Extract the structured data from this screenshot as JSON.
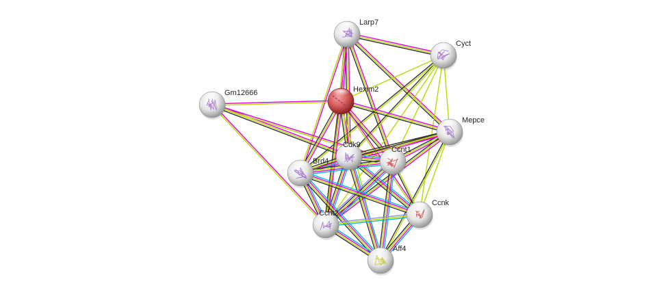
{
  "title": "Protein interaction network",
  "query_node": "Hexim2",
  "edge_colors": {
    "curated_database": "#00b8d8",
    "experiments": "#e000e0",
    "textmining": "#b8d800",
    "coexpression": "#333333",
    "homology": "#8c8cff"
  },
  "nodes": [
    {
      "id": "Larp7",
      "label": "Larp7",
      "color": "white",
      "structure": "purple"
    },
    {
      "id": "Cyct",
      "label": "Cyct",
      "color": "white",
      "structure": "purple"
    },
    {
      "id": "Hexim2",
      "label": "Hexim2",
      "color": "red",
      "structure": "mixed"
    },
    {
      "id": "Gm12666",
      "label": "Gm12666",
      "color": "white",
      "structure": "purple"
    },
    {
      "id": "Mepce",
      "label": "Mepce",
      "color": "white",
      "structure": "purple"
    },
    {
      "id": "Cdk9",
      "label": "Cdk9",
      "color": "white",
      "structure": "purple"
    },
    {
      "id": "Ccnt1",
      "label": "Ccnt1",
      "color": "white",
      "structure": "red"
    },
    {
      "id": "Brd4",
      "label": "Brd4",
      "color": "white",
      "structure": "purple"
    },
    {
      "id": "Ccnk",
      "label": "Ccnk",
      "color": "white",
      "structure": "red"
    },
    {
      "id": "Ccnt2",
      "label": "Ccnt2",
      "color": "white",
      "structure": "purple"
    },
    {
      "id": "Aff4",
      "label": "Aff4",
      "color": "white",
      "structure": "yellow"
    }
  ],
  "edges": [
    {
      "a": "Larp7",
      "b": "Cyct",
      "types": [
        "textmining",
        "experiments",
        "coexpression"
      ]
    },
    {
      "a": "Larp7",
      "b": "Hexim2",
      "types": [
        "textmining",
        "experiments",
        "coexpression"
      ]
    },
    {
      "a": "Larp7",
      "b": "Mepce",
      "types": [
        "textmining",
        "experiments",
        "coexpression"
      ]
    },
    {
      "a": "Larp7",
      "b": "Cdk9",
      "types": [
        "textmining",
        "experiments",
        "coexpression"
      ]
    },
    {
      "a": "Larp7",
      "b": "Ccnt1",
      "types": [
        "textmining",
        "experiments",
        "coexpression"
      ]
    },
    {
      "a": "Larp7",
      "b": "Brd4",
      "types": [
        "textmining",
        "experiments"
      ]
    },
    {
      "a": "Larp7",
      "b": "Ccnt2",
      "types": [
        "textmining",
        "experiments"
      ]
    },
    {
      "a": "Cyct",
      "b": "Hexim2",
      "types": [
        "textmining"
      ]
    },
    {
      "a": "Cyct",
      "b": "Cdk9",
      "types": [
        "textmining",
        "coexpression"
      ]
    },
    {
      "a": "Cyct",
      "b": "Ccnt1",
      "types": [
        "textmining"
      ]
    },
    {
      "a": "Cyct",
      "b": "Brd4",
      "types": [
        "textmining",
        "coexpression"
      ]
    },
    {
      "a": "Cyct",
      "b": "Mepce",
      "types": [
        "textmining"
      ]
    },
    {
      "a": "Cyct",
      "b": "Ccnk",
      "types": [
        "textmining"
      ]
    },
    {
      "a": "Cyct",
      "b": "Ccnt2",
      "types": [
        "textmining"
      ]
    },
    {
      "a": "Gm12666",
      "b": "Hexim2",
      "types": [
        "textmining",
        "experiments"
      ]
    },
    {
      "a": "Gm12666",
      "b": "Cdk9",
      "types": [
        "textmining",
        "experiments",
        "coexpression"
      ]
    },
    {
      "a": "Gm12666",
      "b": "Ccnt1",
      "types": [
        "textmining",
        "experiments"
      ]
    },
    {
      "a": "Gm12666",
      "b": "Ccnt2",
      "types": [
        "textmining",
        "experiments"
      ]
    },
    {
      "a": "Hexim2",
      "b": "Mepce",
      "types": [
        "textmining",
        "experiments",
        "coexpression"
      ]
    },
    {
      "a": "Hexim2",
      "b": "Cdk9",
      "types": [
        "textmining",
        "experiments",
        "coexpression"
      ]
    },
    {
      "a": "Hexim2",
      "b": "Ccnt1",
      "types": [
        "textmining",
        "experiments",
        "coexpression"
      ]
    },
    {
      "a": "Hexim2",
      "b": "Brd4",
      "types": [
        "textmining",
        "experiments",
        "coexpression"
      ]
    },
    {
      "a": "Hexim2",
      "b": "Ccnt2",
      "types": [
        "textmining",
        "experiments",
        "coexpression"
      ]
    },
    {
      "a": "Hexim2",
      "b": "Ccnk",
      "types": [
        "textmining",
        "experiments"
      ]
    },
    {
      "a": "Hexim2",
      "b": "Aff4",
      "types": [
        "textmining"
      ]
    },
    {
      "a": "Mepce",
      "b": "Cdk9",
      "types": [
        "textmining",
        "experiments",
        "coexpression"
      ]
    },
    {
      "a": "Mepce",
      "b": "Ccnt1",
      "types": [
        "textmining",
        "experiments",
        "coexpression"
      ]
    },
    {
      "a": "Mepce",
      "b": "Brd4",
      "types": [
        "textmining",
        "experiments",
        "coexpression"
      ]
    },
    {
      "a": "Mepce",
      "b": "Ccnk",
      "types": [
        "textmining"
      ]
    },
    {
      "a": "Mepce",
      "b": "Ccnt2",
      "types": [
        "textmining",
        "experiments",
        "coexpression"
      ]
    },
    {
      "a": "Mepce",
      "b": "Aff4",
      "types": [
        "textmining",
        "coexpression"
      ]
    },
    {
      "a": "Cdk9",
      "b": "Ccnt1",
      "types": [
        "curated_database",
        "textmining",
        "experiments",
        "coexpression"
      ]
    },
    {
      "a": "Cdk9",
      "b": "Brd4",
      "types": [
        "curated_database",
        "textmining",
        "experiments",
        "coexpression"
      ]
    },
    {
      "a": "Cdk9",
      "b": "Ccnk",
      "types": [
        "curated_database",
        "textmining",
        "experiments",
        "coexpression"
      ]
    },
    {
      "a": "Cdk9",
      "b": "Ccnt2",
      "types": [
        "curated_database",
        "textmining",
        "experiments",
        "coexpression"
      ]
    },
    {
      "a": "Cdk9",
      "b": "Aff4",
      "types": [
        "curated_database",
        "textmining",
        "experiments",
        "coexpression"
      ]
    },
    {
      "a": "Ccnt1",
      "b": "Brd4",
      "types": [
        "curated_database",
        "textmining",
        "experiments",
        "coexpression"
      ]
    },
    {
      "a": "Ccnt1",
      "b": "Ccnk",
      "types": [
        "textmining",
        "coexpression"
      ]
    },
    {
      "a": "Ccnt1",
      "b": "Ccnt2",
      "types": [
        "curated_database",
        "textmining",
        "experiments",
        "coexpression",
        "homology"
      ]
    },
    {
      "a": "Ccnt1",
      "b": "Aff4",
      "types": [
        "curated_database",
        "textmining",
        "experiments",
        "coexpression"
      ]
    },
    {
      "a": "Brd4",
      "b": "Ccnk",
      "types": [
        "curated_database",
        "textmining",
        "experiments",
        "coexpression"
      ]
    },
    {
      "a": "Brd4",
      "b": "Ccnt2",
      "types": [
        "curated_database",
        "textmining",
        "experiments",
        "coexpression"
      ]
    },
    {
      "a": "Brd4",
      "b": "Aff4",
      "types": [
        "curated_database",
        "textmining",
        "experiments",
        "coexpression"
      ]
    },
    {
      "a": "Ccnk",
      "b": "Ccnt2",
      "types": [
        "curated_database",
        "textmining",
        "homology"
      ]
    },
    {
      "a": "Ccnk",
      "b": "Aff4",
      "types": [
        "curated_database",
        "textmining",
        "experiments",
        "coexpression"
      ]
    },
    {
      "a": "Ccnt2",
      "b": "Aff4",
      "types": [
        "curated_database",
        "textmining",
        "experiments",
        "coexpression"
      ]
    }
  ]
}
